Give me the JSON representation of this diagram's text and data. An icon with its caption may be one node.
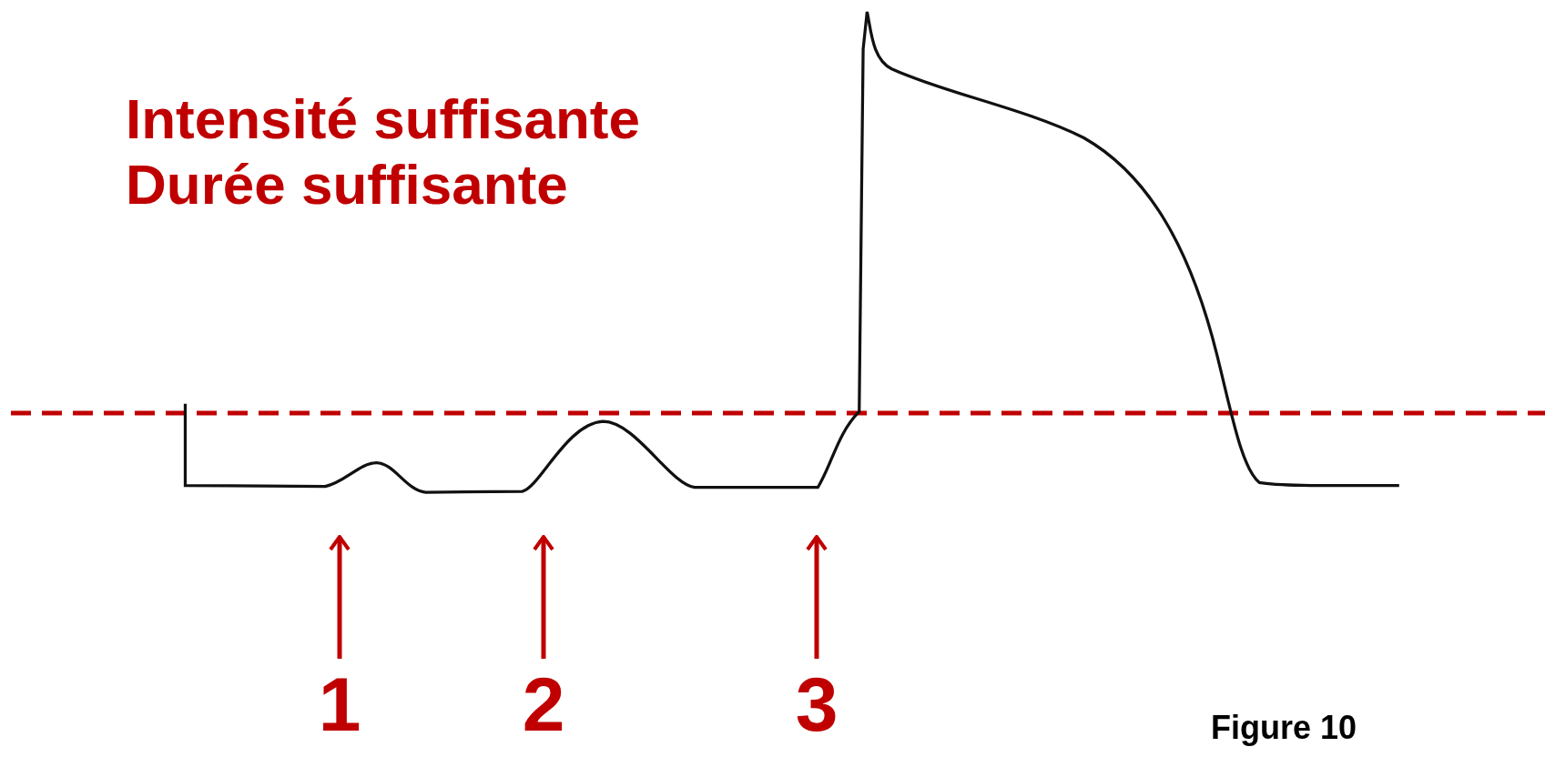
{
  "diagram": {
    "caption": "Figure 10",
    "nodes": [
      {
        "text": [
          "1"
        ]
      },
      {
        "text": [
          "2"
        ]
      },
      {
        "text": [
          "3"
        ]
      }
    ],
    "edges": [
      {
        "from": 0,
        "to": null,
        "arrow": "to"
      },
      {
        "from": 1,
        "to": null,
        "arrow": "to"
      },
      {
        "from": 2,
        "to": null,
        "arrow": "to"
      }
    ],
    "labels": [
      "Intensité suffisante",
      "Durée suffisante"
    ]
  }
}
